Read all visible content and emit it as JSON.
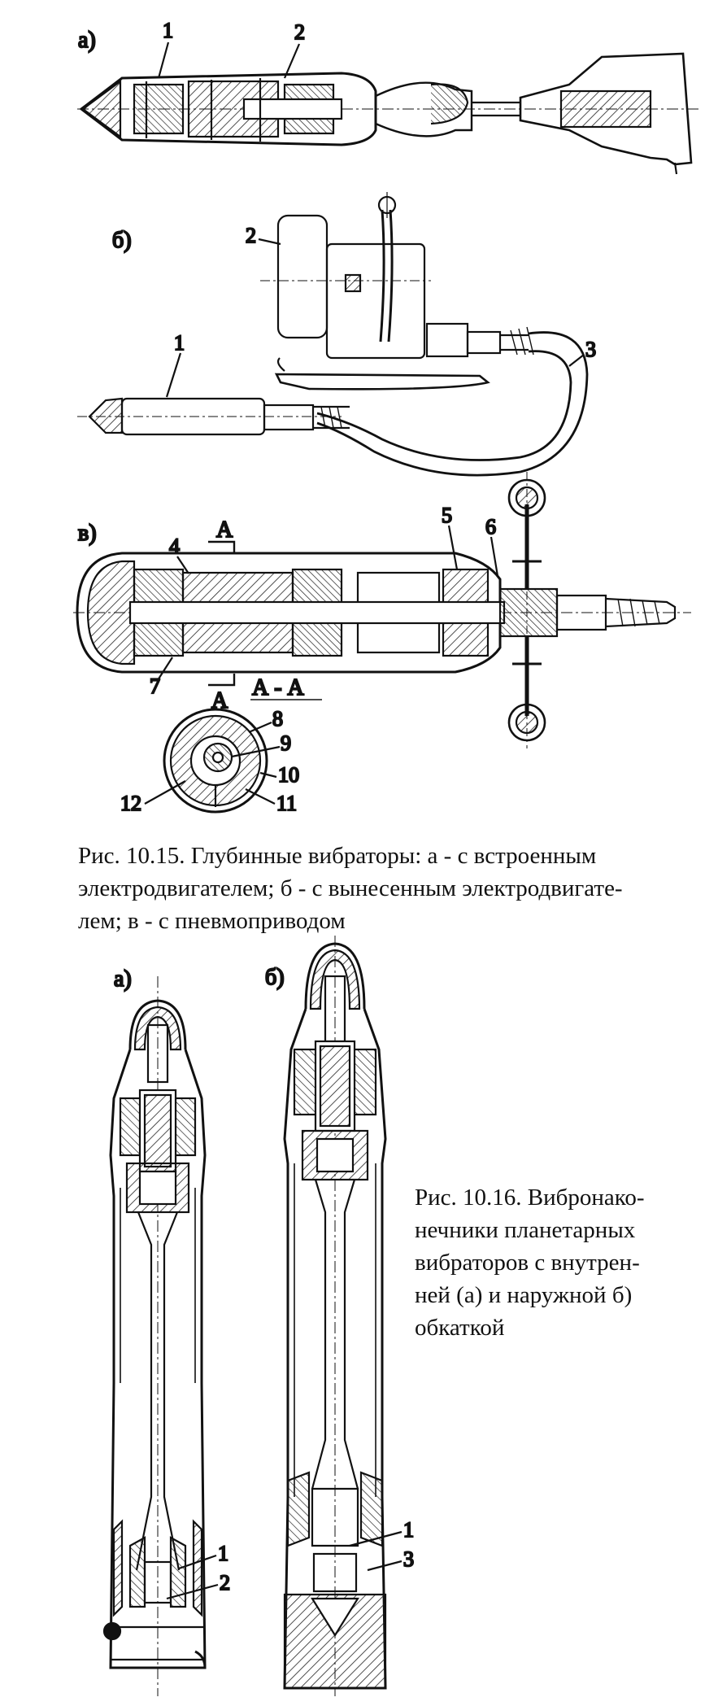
{
  "figure_15": {
    "caption_lines": [
      "Рис. 10.15. Глубинные вибраторы: а - с встроенным",
      "электродвигателем; б - с вынесенным электродвигате-",
      "лем; в - с пневмоприводом"
    ],
    "labels": {
      "a": "а)",
      "b": "б)",
      "v": "в)",
      "section_A": "А",
      "section_AA": "А - А"
    },
    "numbers": {
      "a": [
        "1",
        "2"
      ],
      "b": [
        "1",
        "2",
        "3"
      ],
      "v": [
        "4",
        "5",
        "6",
        "7",
        "8",
        "9",
        "10",
        "11",
        "12"
      ]
    }
  },
  "figure_16": {
    "caption_lines": [
      "Рис. 10.16. Вибронако-",
      "нечники планетарных",
      "вибраторов с внутрен-",
      "ней (а) и наружной б)",
      "обкаткой"
    ],
    "labels": {
      "a": "а)",
      "b": "б)"
    },
    "numbers": {
      "a": [
        "1",
        "2"
      ],
      "b": [
        "1",
        "3"
      ]
    }
  }
}
